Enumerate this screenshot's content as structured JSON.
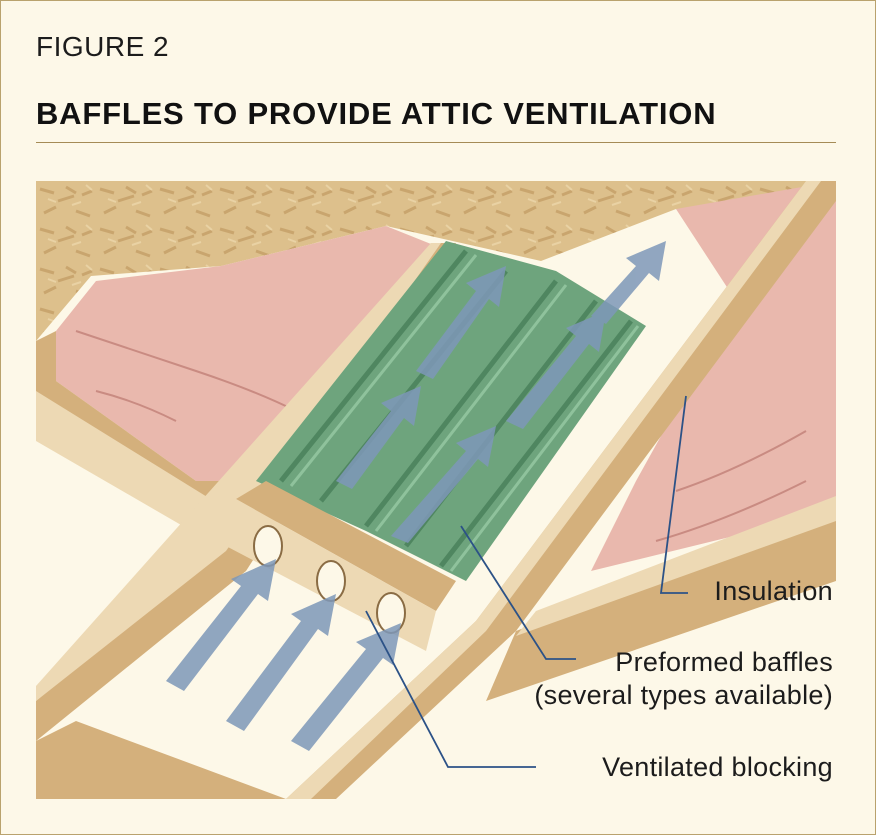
{
  "figure": {
    "label": "FIGURE 2",
    "title": "BAFFLES TO PROVIDE ATTIC VENTILATION"
  },
  "callouts": {
    "insulation": "Insulation",
    "baffles_line1": "Preformed baffles",
    "baffles_line2": "(several types available)",
    "blocking": "Ventilated blocking"
  },
  "colors": {
    "background": "#fdf8e8",
    "border": "#b9a26d",
    "osb_sheathing": "#ddc08c",
    "insulation_pink": "#e9b8ad",
    "lumber": "#d4b07c",
    "lumber_face": "#edd9b4",
    "baffle_green": "#6ea47d",
    "airflow_arrow": "#7e98b9",
    "leader_line": "#2c5287"
  }
}
